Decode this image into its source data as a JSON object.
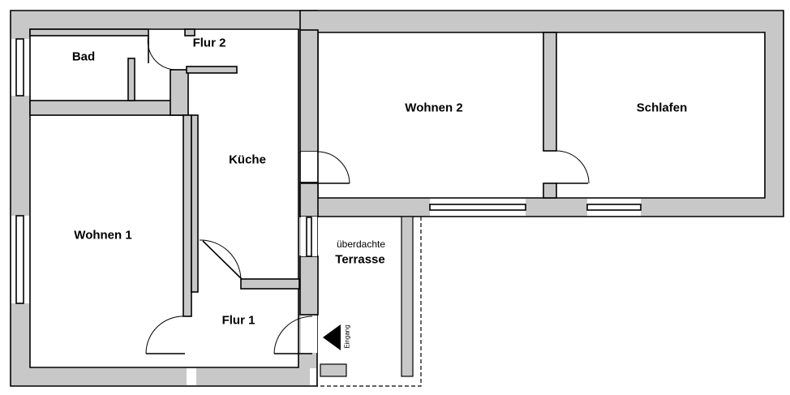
{
  "rooms": {
    "bad": "Bad",
    "flur2": "Flur 2",
    "kueche": "Küche",
    "wohnen2": "Wohnen 2",
    "schlafen": "Schlafen",
    "wohnen1": "Wohnen 1",
    "terrasse_line1": "überdachte",
    "terrasse_line2": "Terrasse",
    "flur1": "Flur 1"
  },
  "entrance": {
    "label": "Eingang",
    "icon": "entrance-arrow-icon"
  },
  "colors": {
    "wall_fill": "#c8c8c8",
    "line": "#000000",
    "background": "#ffffff"
  }
}
